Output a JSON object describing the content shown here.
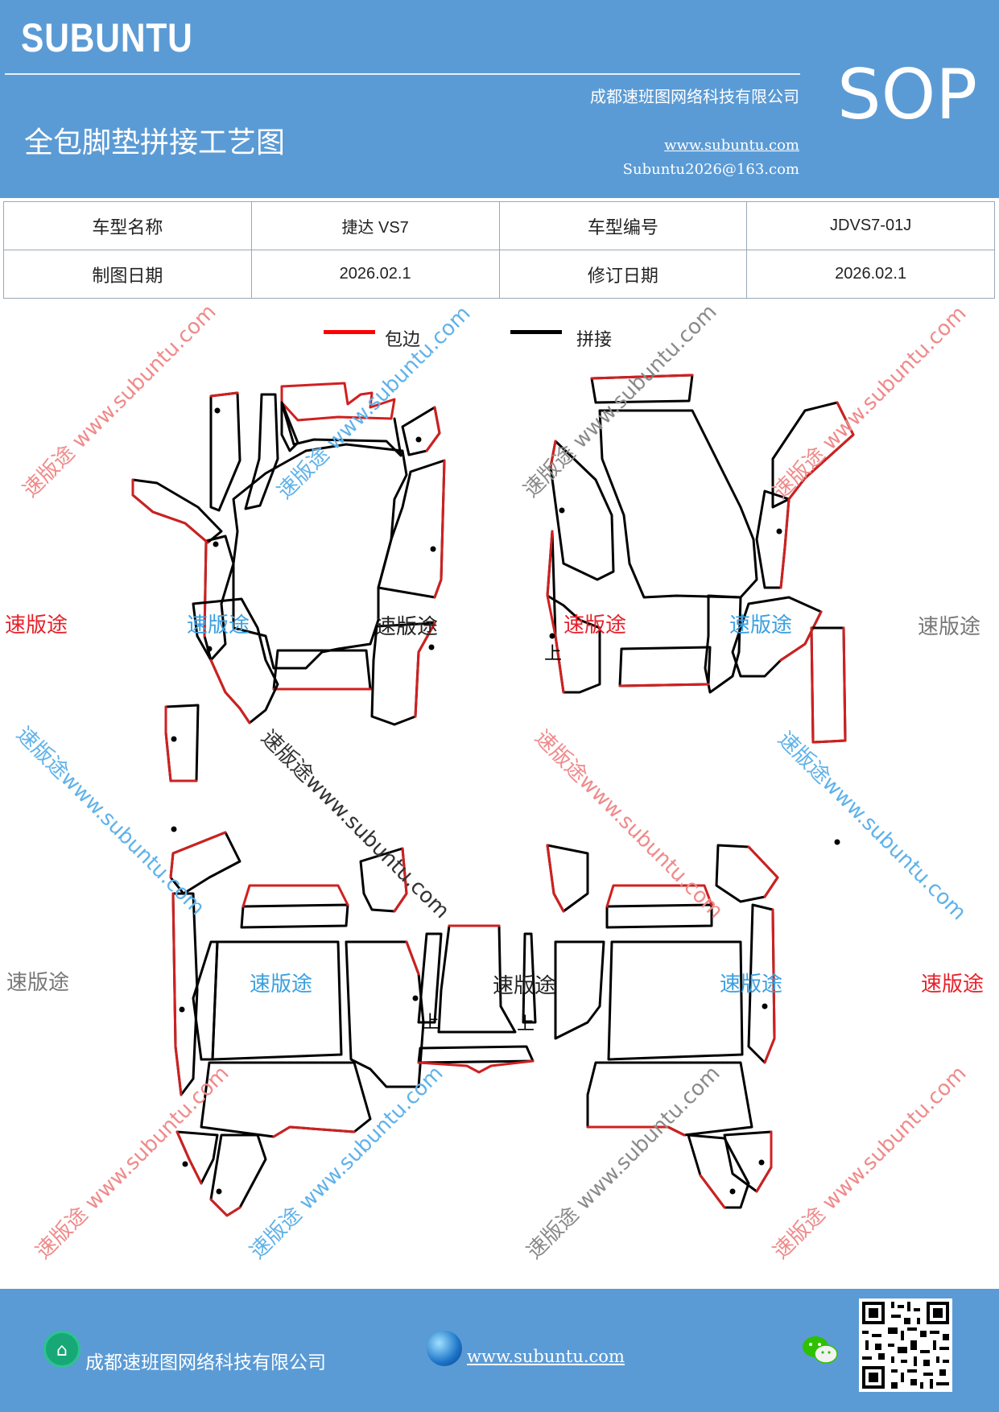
{
  "header": {
    "brand": "SUBUNTU",
    "company": "成都速班图网络科技有限公司",
    "title": "全包脚垫拼接工艺图",
    "website": "www.subuntu.com",
    "email": "Subuntu2026@163.com",
    "badge": "SOP"
  },
  "info_table": {
    "row1": [
      "车型名称",
      "捷达 VS7",
      "车型编号",
      "JDVS7-01J"
    ],
    "row2": [
      "制图日期",
      "2026.02.1",
      "修订日期",
      "2026.02.1"
    ]
  },
  "legend": {
    "edge_label": "包边",
    "edge_color": "#ff0000",
    "join_label": "拼接",
    "join_color": "#000000"
  },
  "drawing": {
    "up_marks": [
      "上",
      "上",
      "上"
    ]
  },
  "watermarks": {
    "brand_cn": "速版途",
    "stamp": "速版途 www.subuntu.com",
    "stamp_rev": "速版途www.subuntu.com"
  },
  "footer": {
    "company": "成都速班图网络科技有限公司",
    "website": "www.subuntu.com",
    "home_icon": "home-icon",
    "globe_icon": "globe-icon",
    "wechat_icon": "wechat-icon",
    "qr": "qr-code"
  }
}
